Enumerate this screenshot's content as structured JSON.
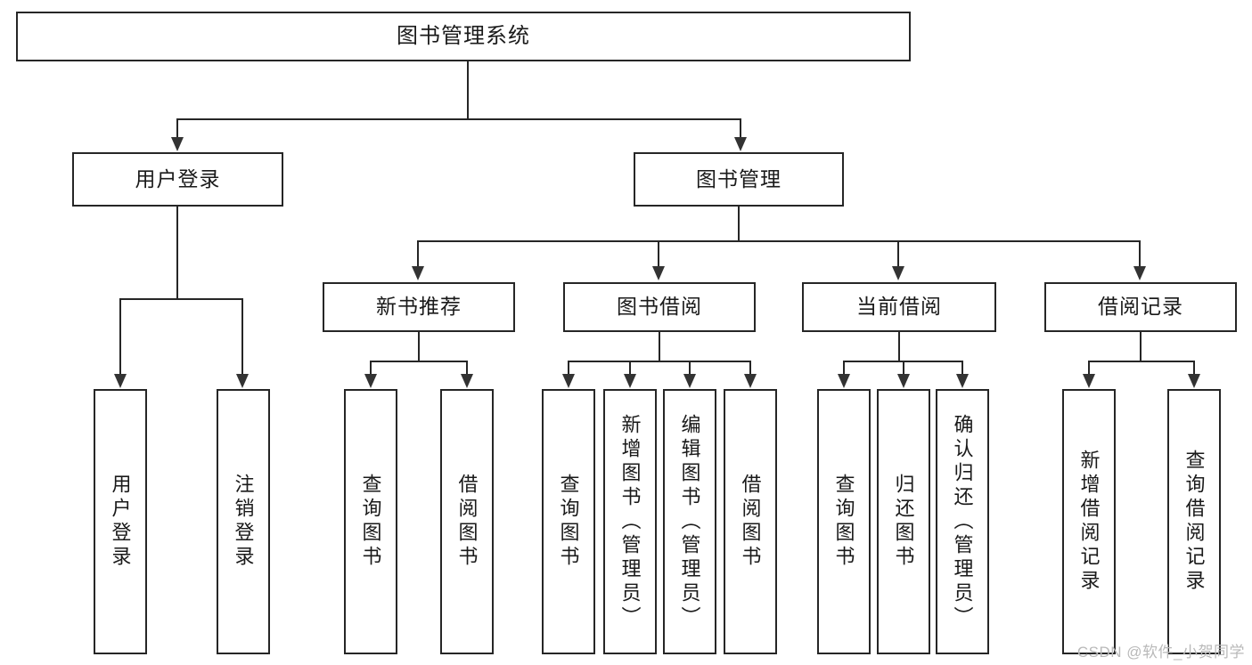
{
  "diagram": {
    "title": "图书管理系统",
    "type": "tree",
    "root": {
      "label": "图书管理系统"
    },
    "level1": [
      {
        "label": "用户登录"
      },
      {
        "label": "图书管理"
      }
    ],
    "level2": [
      {
        "label": "新书推荐"
      },
      {
        "label": "图书借阅"
      },
      {
        "label": "当前借阅"
      },
      {
        "label": "借阅记录"
      }
    ],
    "leaves": {
      "user_login": [
        {
          "label": "用户登录"
        },
        {
          "label": "注销登录"
        }
      ],
      "new_book_recommend": [
        {
          "label": "查询图书"
        },
        {
          "label": "借阅图书"
        }
      ],
      "book_borrow": [
        {
          "label": "查询图书"
        },
        {
          "label": "新增图书（管理员）"
        },
        {
          "label": "编辑图书（管理员）"
        },
        {
          "label": "借阅图书"
        }
      ],
      "current_borrow": [
        {
          "label": "查询图书"
        },
        {
          "label": "归还图书"
        },
        {
          "label": "确认归还（管理员）"
        }
      ],
      "borrow_record": [
        {
          "label": "新增借阅记录"
        },
        {
          "label": "查询借阅记录"
        }
      ]
    }
  },
  "watermark": {
    "text": "CSDN @软件_小贺同学"
  },
  "colors": {
    "stroke": "#262626",
    "background": "#ffffff",
    "text": "#1a1a1a",
    "watermark": "#b9b9b9"
  }
}
